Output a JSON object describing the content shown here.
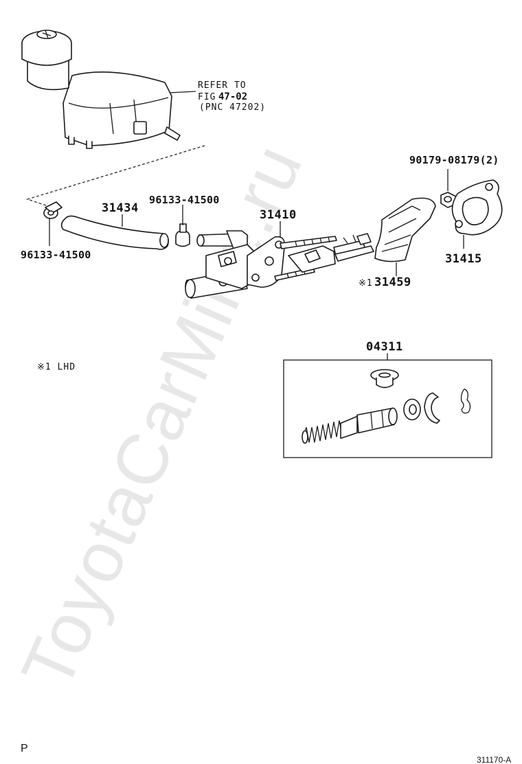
{
  "watermark": "ToyotaCarMine.ru",
  "reference": {
    "line1": "REFER TO",
    "line2_prefix": "FIG",
    "line2_fig": "47-02",
    "line3": "(PNC 47202)"
  },
  "part_labels": {
    "clamp_right": "96133-41500",
    "hose": "31434",
    "clamp_left": "96133-41500",
    "master_cylinder": "31410",
    "nut": "90179-08179(2)",
    "gasket": "31415",
    "insulator_mark": "※1",
    "insulator": "31459",
    "repair_kit": "04311"
  },
  "note": "※1  LHD",
  "corner_letter": "P",
  "figure_id": "311170-A"
}
